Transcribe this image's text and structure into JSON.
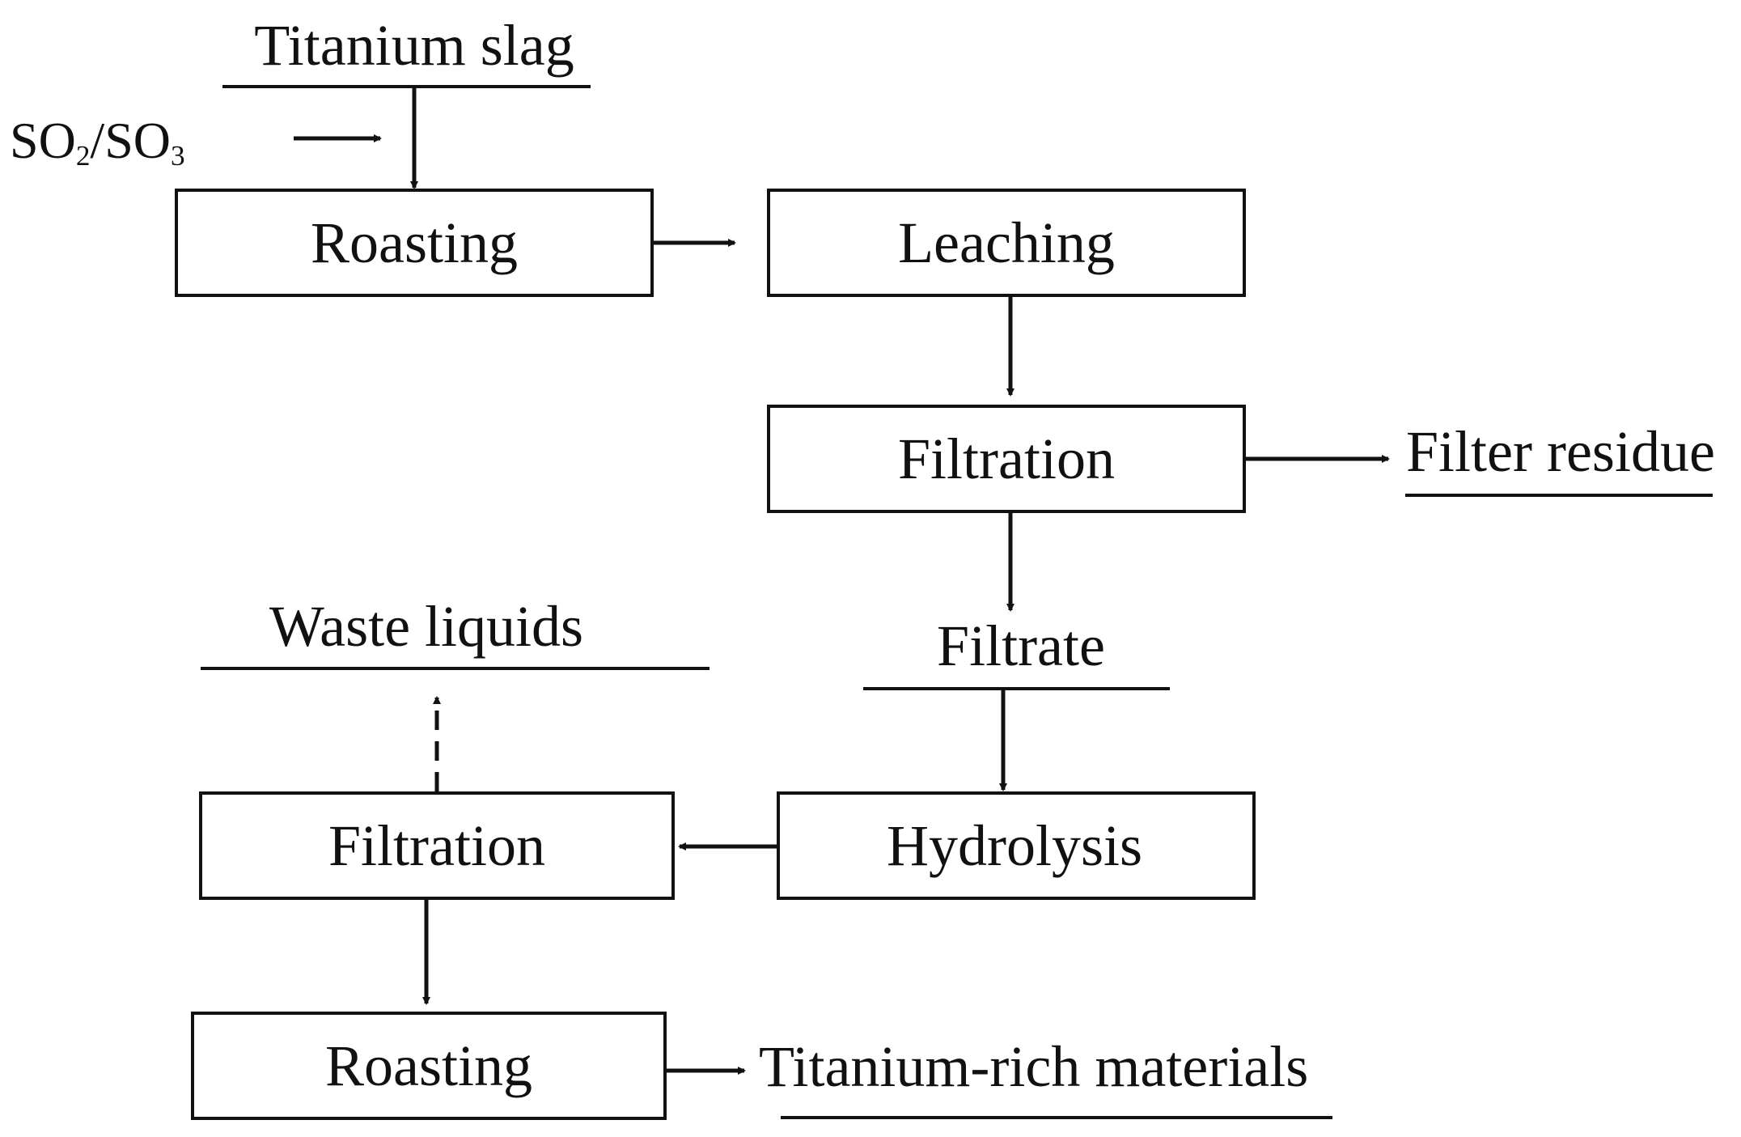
{
  "diagram": {
    "inputs": {
      "slag": "Titanium slag",
      "gas_main": "SO",
      "gas_sub1": "2",
      "gas_sep": "/SO",
      "gas_sub2": "3"
    },
    "steps": {
      "roasting_1": "Roasting",
      "leaching": "Leaching",
      "filtration_1": "Filtration",
      "filtration_2": "Filtration",
      "hydrolysis": "Hydrolysis",
      "roasting_2": "Roasting"
    },
    "products": {
      "filter_residue": "Filter residue",
      "filtrate": "Filtrate",
      "waste_liquids": "Waste liquids",
      "titanium_rich": "Titanium-rich materials"
    },
    "colors": {
      "stroke": "#111111",
      "background": "#ffffff"
    }
  }
}
